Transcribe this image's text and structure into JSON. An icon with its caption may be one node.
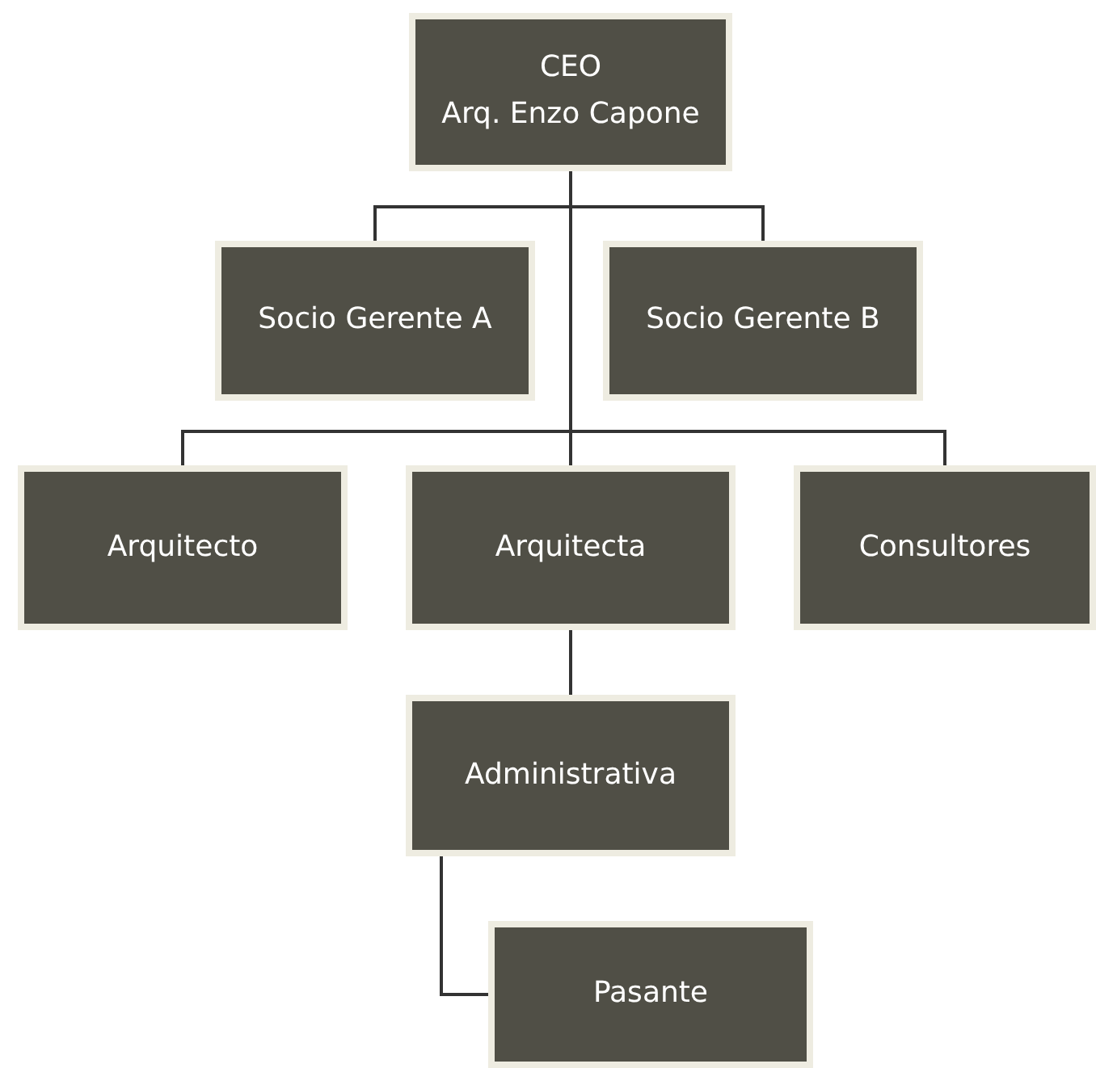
{
  "diagram": {
    "nodes": [
      {
        "text": [
          "CEO",
          "Arq. Enzo Capone"
        ]
      },
      {
        "text": [
          "Socio Gerente A"
        ]
      },
      {
        "text": [
          "Socio Gerente B"
        ]
      },
      {
        "text": [
          "Arquitecto"
        ]
      },
      {
        "text": [
          "Arquitecta"
        ]
      },
      {
        "text": [
          "Consultores"
        ]
      },
      {
        "text": [
          "Administrativa"
        ]
      },
      {
        "text": [
          "Pasante"
        ]
      }
    ],
    "edges": [
      {
        "from": 0,
        "to": 1,
        "arrow": "none"
      },
      {
        "from": 0,
        "to": 2,
        "arrow": "none"
      },
      {
        "from": 0,
        "to": 3,
        "arrow": "none"
      },
      {
        "from": 0,
        "to": 4,
        "arrow": "none"
      },
      {
        "from": 0,
        "to": 5,
        "arrow": "none"
      },
      {
        "from": 4,
        "to": 6,
        "arrow": "none"
      },
      {
        "from": 6,
        "to": 7,
        "arrow": "none"
      }
    ]
  }
}
